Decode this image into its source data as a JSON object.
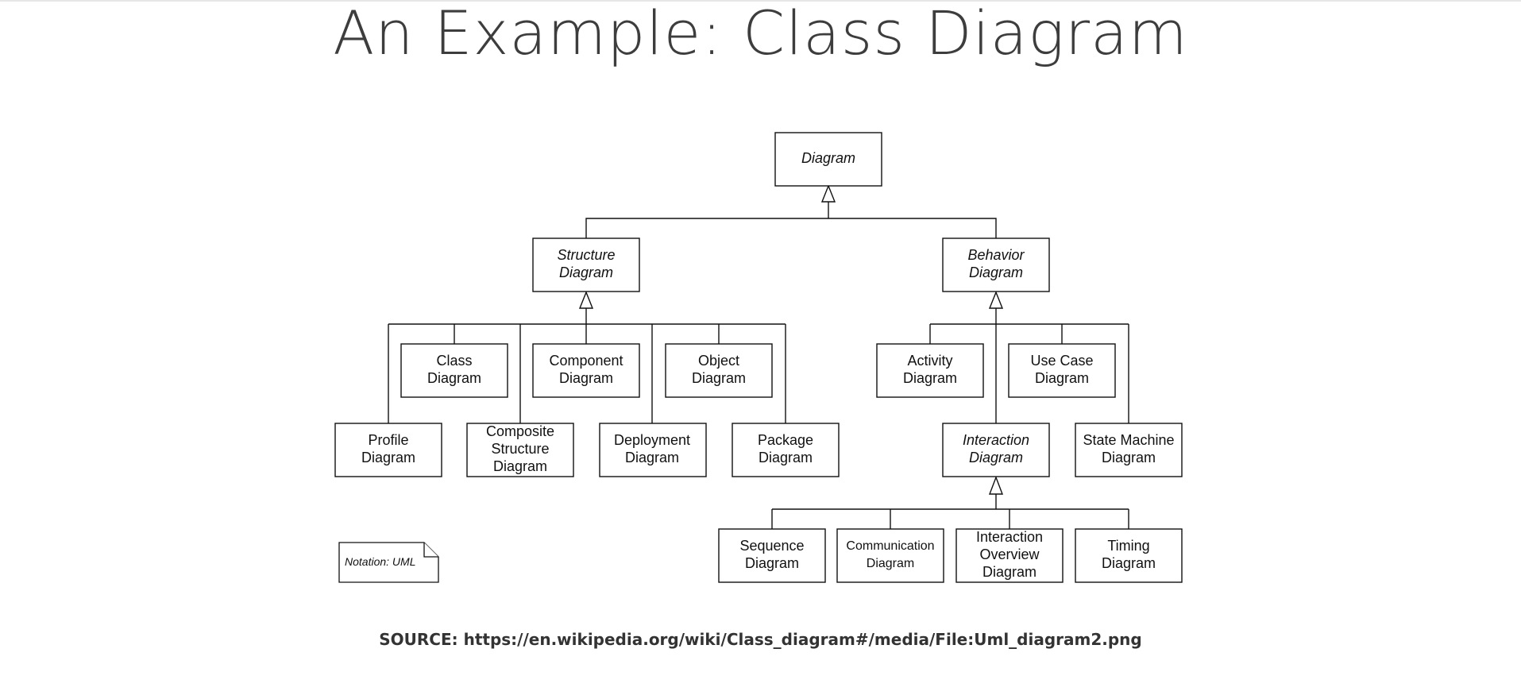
{
  "title": "An Example: Class Diagram",
  "diagram": {
    "nodes": {
      "diagram": {
        "lines": [
          "Diagram"
        ]
      },
      "structure": {
        "lines": [
          "Structure",
          "Diagram"
        ]
      },
      "behavior": {
        "lines": [
          "Behavior",
          "Diagram"
        ]
      },
      "class": {
        "lines": [
          "Class",
          "Diagram"
        ]
      },
      "component": {
        "lines": [
          "Component",
          "Diagram"
        ]
      },
      "object": {
        "lines": [
          "Object",
          "Diagram"
        ]
      },
      "profile": {
        "lines": [
          "Profile",
          "Diagram"
        ]
      },
      "composite": {
        "lines": [
          "Composite",
          "Structure",
          "Diagram"
        ]
      },
      "deployment": {
        "lines": [
          "Deployment",
          "Diagram"
        ]
      },
      "package": {
        "lines": [
          "Package",
          "Diagram"
        ]
      },
      "activity": {
        "lines": [
          "Activity",
          "Diagram"
        ]
      },
      "usecase": {
        "lines": [
          "Use Case",
          "Diagram"
        ]
      },
      "interaction": {
        "lines": [
          "Interaction",
          "Diagram"
        ]
      },
      "statemachine": {
        "lines": [
          "State Machine",
          "Diagram"
        ]
      },
      "sequence": {
        "lines": [
          "Sequence",
          "Diagram"
        ]
      },
      "communication": {
        "lines": [
          "Communication",
          "Diagram"
        ]
      },
      "interactionoverview": {
        "lines": [
          "Interaction",
          "Overview",
          "Diagram"
        ]
      },
      "timing": {
        "lines": [
          "Timing",
          "Diagram"
        ]
      }
    },
    "note": "Notation: UML"
  },
  "source": "SOURCE: https://en.wikipedia.org/wiki/Class_diagram#/media/File:Uml_diagram2.png"
}
